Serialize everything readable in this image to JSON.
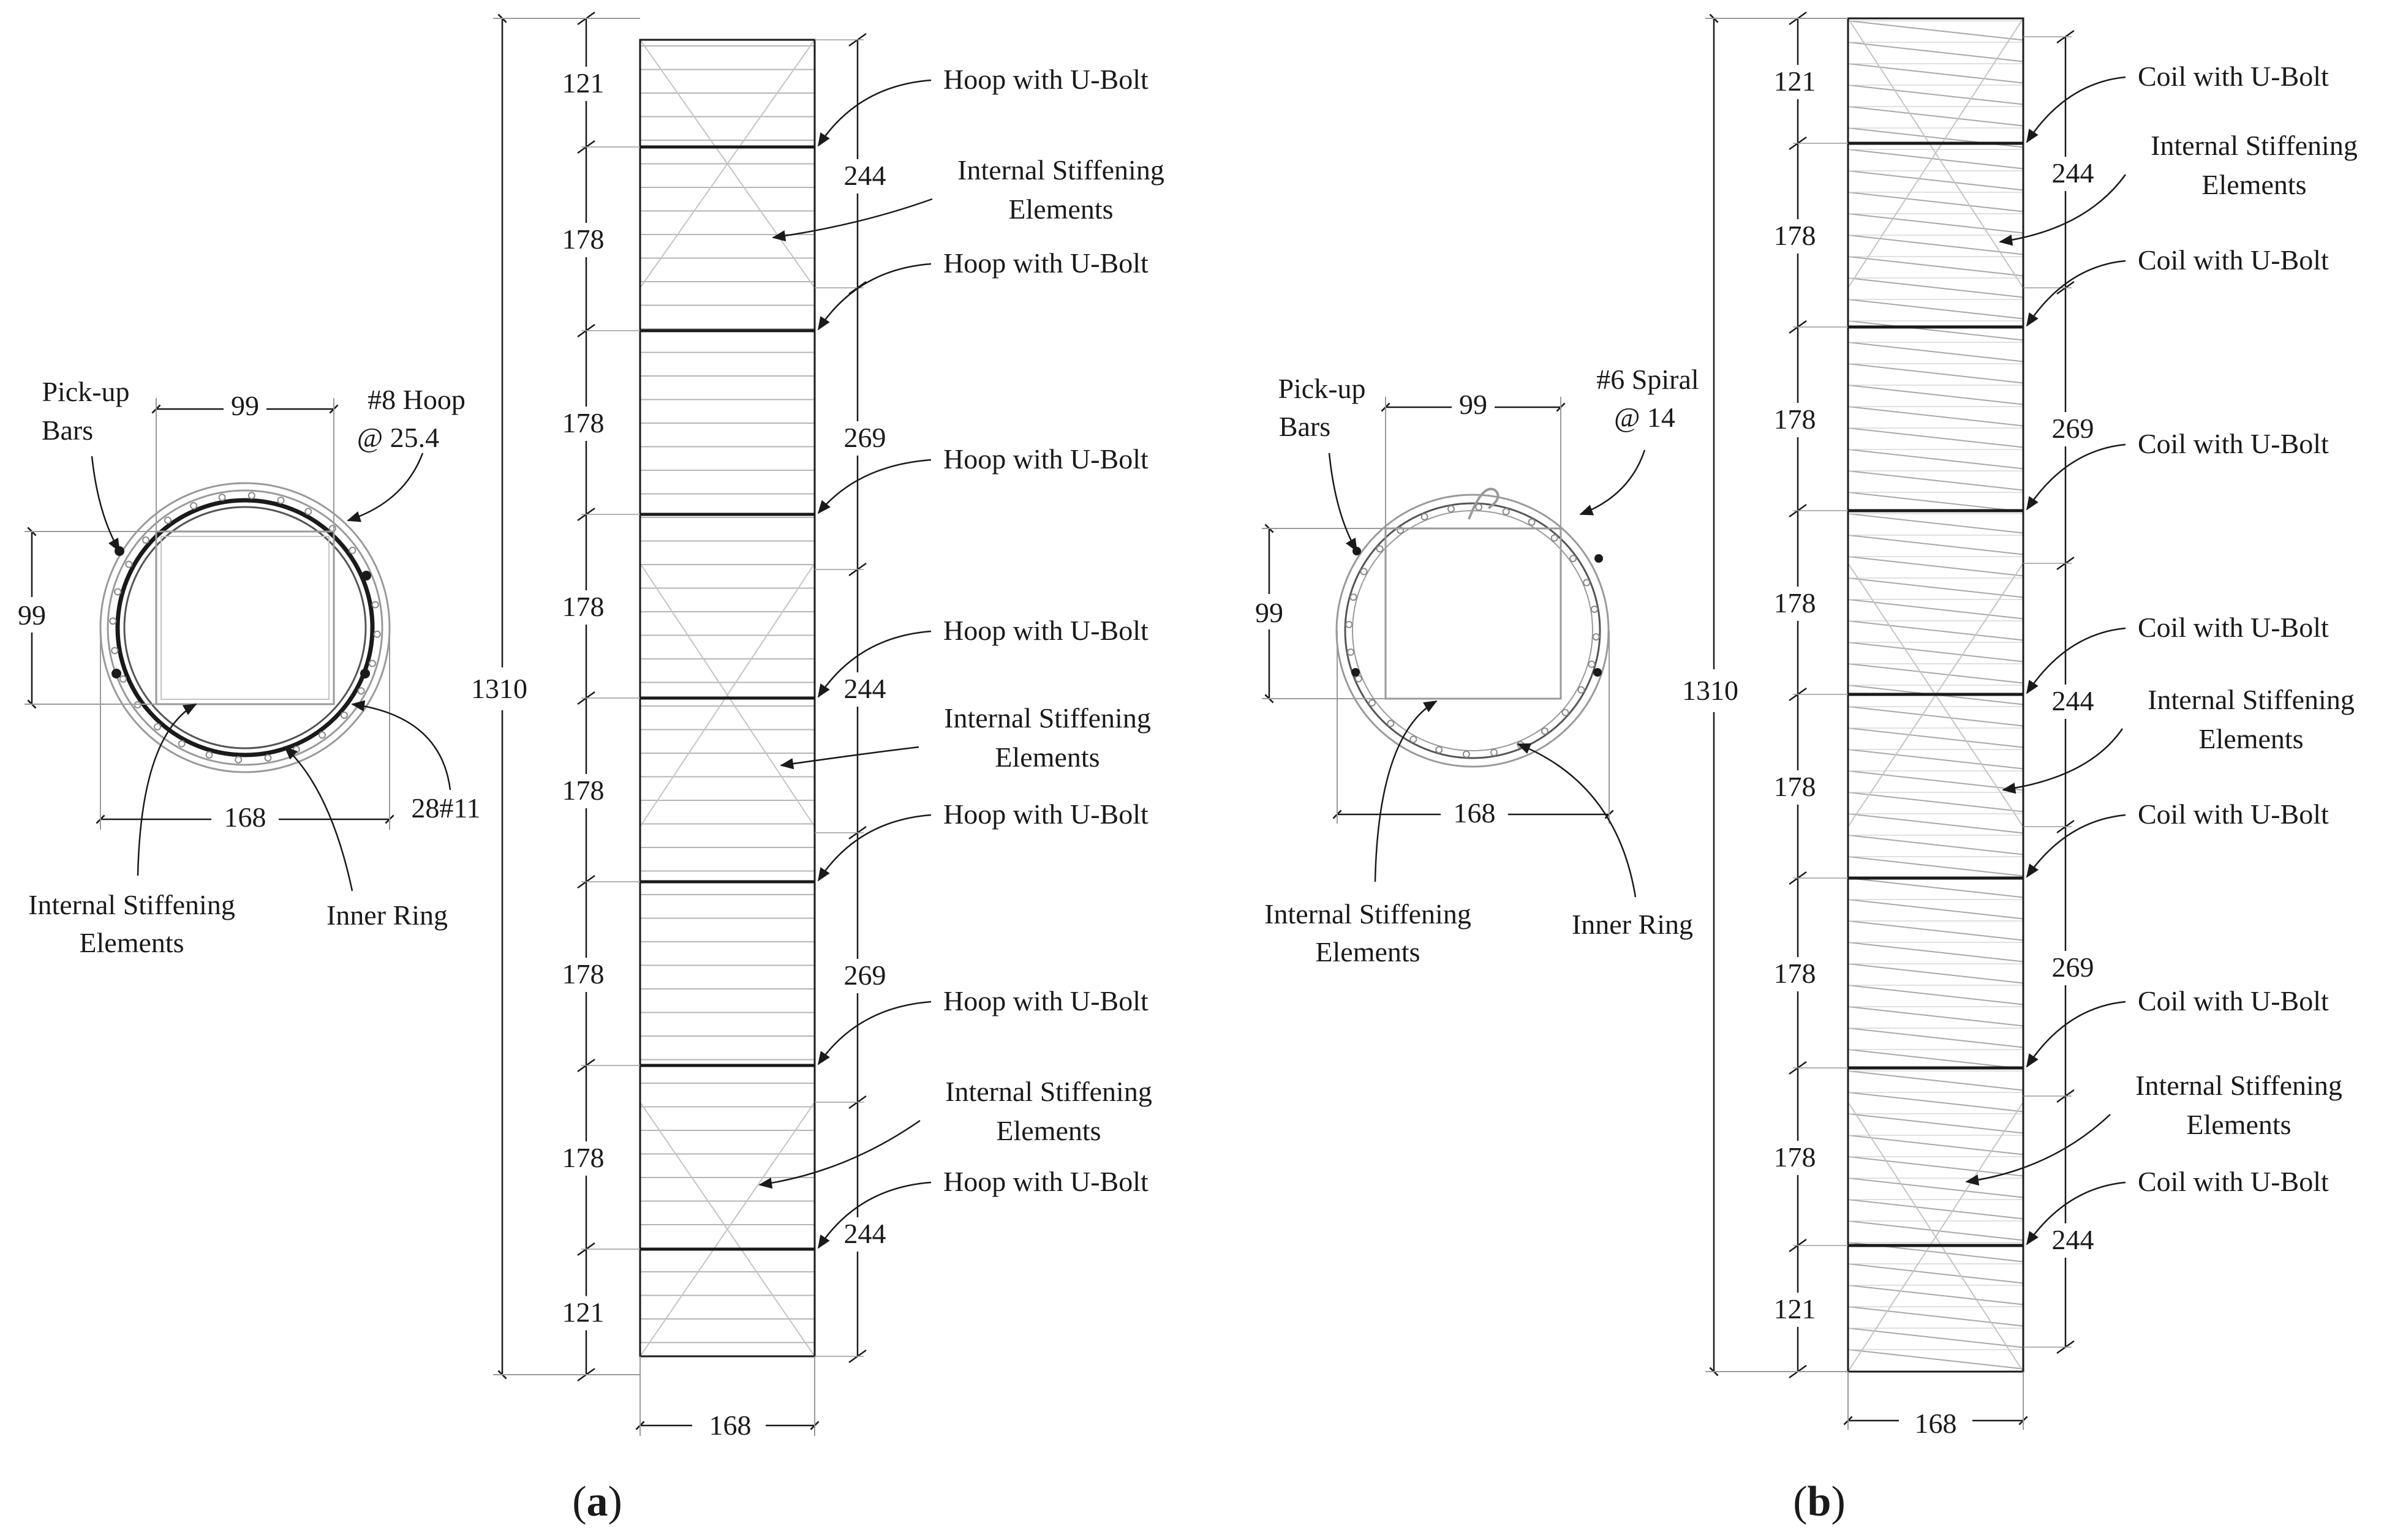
{
  "panel_a": {
    "section": {
      "pickup_bars": [
        "Pick-up",
        "Bars"
      ],
      "hoop": [
        "#8 Hoop",
        "@ 25.4"
      ],
      "dim_top": "99",
      "dim_side": "99",
      "dim_bottom": "168",
      "long_bars": "28#11",
      "internal_stiffening": [
        "Internal Stiffening",
        "Elements"
      ],
      "inner_ring": "Inner Ring"
    },
    "elevation": {
      "total_height": "1310",
      "left_dims": [
        "121",
        "178",
        "178",
        "178",
        "178",
        "178",
        "178",
        "121"
      ],
      "right_dims": [
        "244",
        "269",
        "244",
        "269",
        "244"
      ],
      "width": "168",
      "connection_labels": [
        "Hoop with U-Bolt",
        "Hoop with U-Bolt",
        "Hoop with U-Bolt",
        "Hoop with U-Bolt",
        "Hoop with U-Bolt",
        "Hoop with U-Bolt",
        "Hoop with U-Bolt"
      ],
      "stiffening_labels": [
        [
          "Internal Stiffening",
          "Elements"
        ],
        [
          "Internal Stiffening",
          "Elements"
        ],
        [
          "Internal Stiffening",
          "Elements"
        ]
      ]
    },
    "caption": {
      "open": "(",
      "letter": "a",
      "close": ")"
    }
  },
  "panel_b": {
    "section": {
      "pickup_bars": [
        "Pick-up",
        "Bars"
      ],
      "spiral": [
        "#6 Spiral",
        "@ 14"
      ],
      "dim_top": "99",
      "dim_side": "99",
      "dim_bottom": "168",
      "internal_stiffening": [
        "Internal Stiffening",
        "Elements"
      ],
      "inner_ring": "Inner Ring"
    },
    "elevation": {
      "total_height": "1310",
      "left_dims": [
        "121",
        "178",
        "178",
        "178",
        "178",
        "178",
        "178",
        "121"
      ],
      "right_dims": [
        "244",
        "269",
        "244",
        "269",
        "244"
      ],
      "width": "168",
      "connection_labels": [
        "Coil with U-Bolt",
        "Coil with U-Bolt",
        "Coil with U-Bolt",
        "Coil with U-Bolt",
        "Coil with U-Bolt",
        "Coil with U-Bolt",
        "Coil with U-Bolt"
      ],
      "stiffening_labels": [
        [
          "Internal Stiffening",
          "Elements"
        ],
        [
          "Internal Stiffening",
          "Elements"
        ],
        [
          "Internal Stiffening",
          "Elements"
        ]
      ]
    },
    "caption": {
      "open": "(",
      "letter": "b",
      "close": ")"
    }
  },
  "colors": {
    "line": "#1a1a1a",
    "light": "#9a9a9a",
    "hatch": "#bdbdbd"
  }
}
